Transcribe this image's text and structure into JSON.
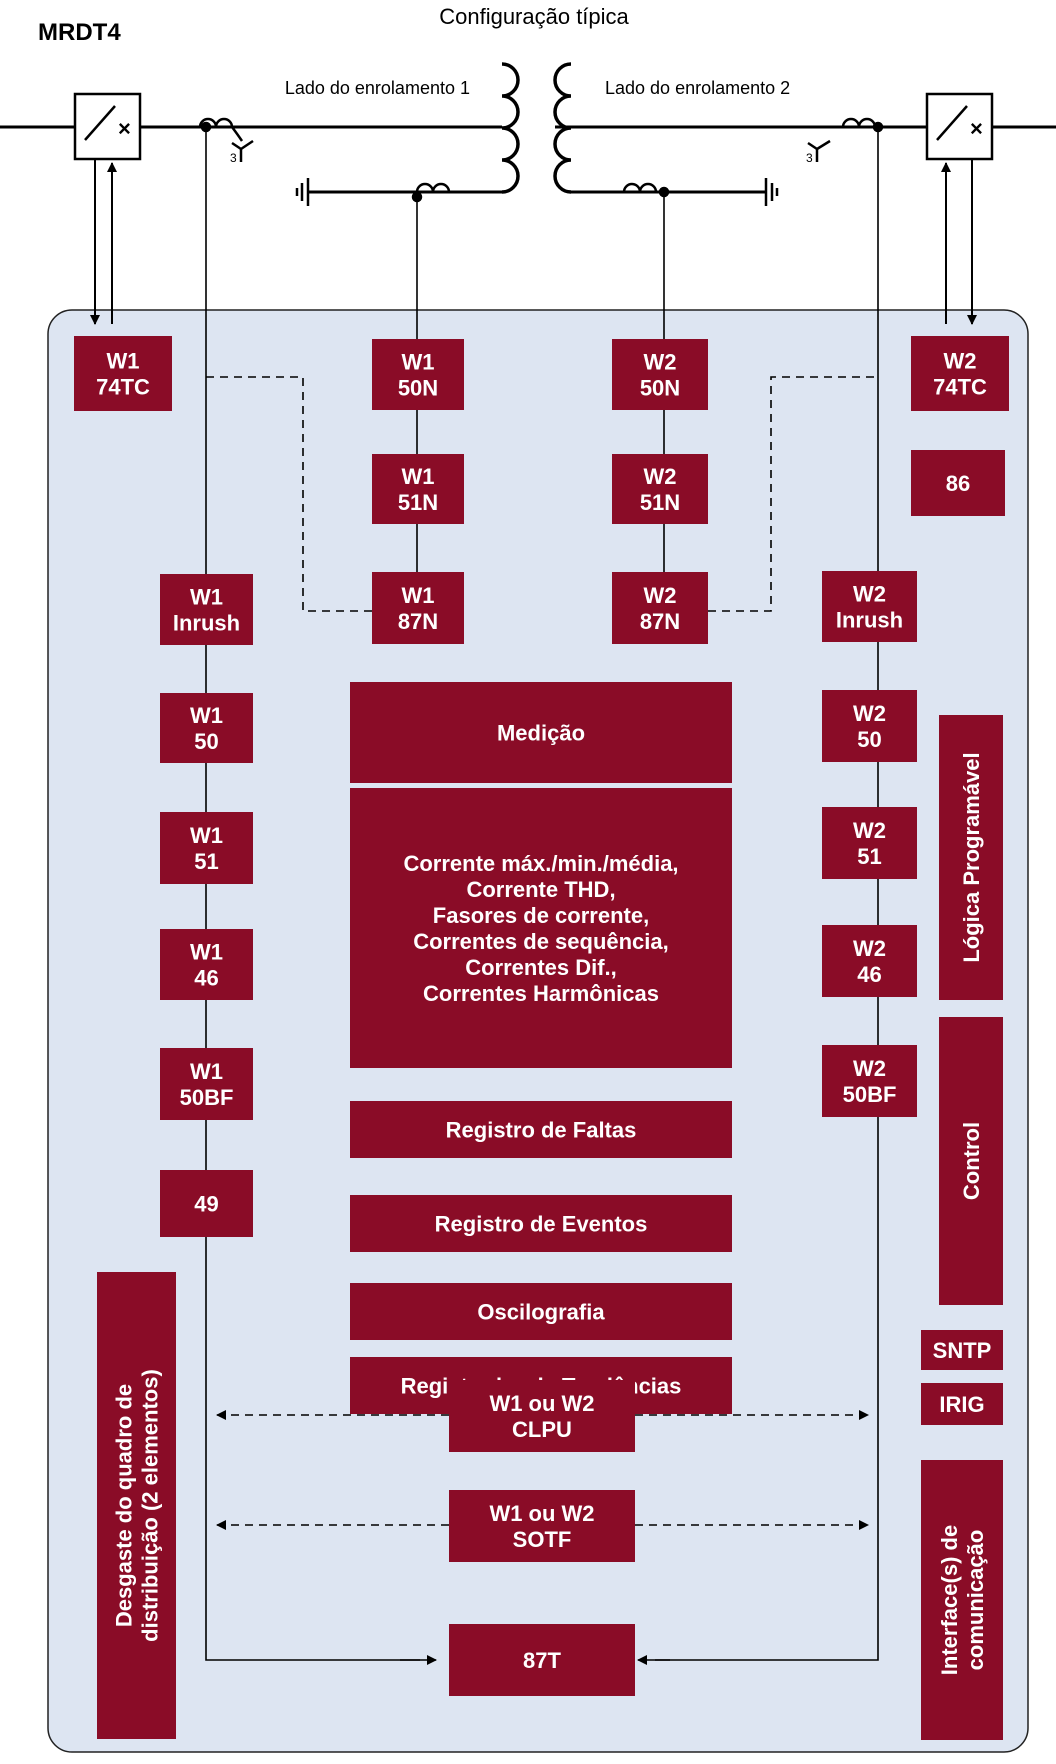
{
  "header": {
    "title": "MRDT4",
    "subtitle": "Configuração típica"
  },
  "transformer": {
    "winding1_label": "Lado do enrolamento  1",
    "winding2_label": "Lado do enrolamento  2",
    "phase_count_left": "3",
    "phase_count_right": "3"
  },
  "blocks": {
    "w1_74tc": [
      "W1",
      "74TC"
    ],
    "w1_50n": [
      "W1",
      "50N"
    ],
    "w2_50n": [
      "W2",
      "50N"
    ],
    "w2_74tc": [
      "W2",
      "74TC"
    ],
    "w1_51n": [
      "W1",
      "51N"
    ],
    "w2_51n": [
      "W2",
      "51N"
    ],
    "b86": [
      "86"
    ],
    "w1_87n": [
      "W1",
      "87N"
    ],
    "w2_87n": [
      "W2",
      "87N"
    ],
    "w1_inrush": [
      "W1",
      "Inrush"
    ],
    "w2_inrush": [
      "W2",
      "Inrush"
    ],
    "w1_50": [
      "W1",
      "50"
    ],
    "w2_50": [
      "W2",
      "50"
    ],
    "w1_51": [
      "W1",
      "51"
    ],
    "w2_51": [
      "W2",
      "51"
    ],
    "w1_46": [
      "W1",
      "46"
    ],
    "w2_46": [
      "W2",
      "46"
    ],
    "w1_50bf": [
      "W1",
      "50BF"
    ],
    "w2_50bf": [
      "W2",
      "50BF"
    ],
    "b49": [
      "49"
    ],
    "medicao": [
      "Medição"
    ],
    "measurements": [
      "Corrente máx./min./média,",
      "Corrente THD,",
      "Fasores de corrente,",
      "Correntes de sequência,",
      "Correntes Dif.,",
      "Correntes Harmônicas"
    ],
    "registro_faltas": [
      "Registro de Faltas"
    ],
    "registro_eventos": [
      "Registro de Eventos"
    ],
    "oscilografia": [
      "Oscilografia"
    ],
    "registrador_tendencias": [
      "Registrador de Tendências"
    ],
    "clpu": [
      "W1 ou W2",
      "CLPU"
    ],
    "sotf": [
      "W1 ou W2",
      "SOTF"
    ],
    "b87t": [
      "87T"
    ],
    "sntp": [
      "SNTP"
    ],
    "irig": [
      "IRIG"
    ]
  },
  "vertical_blocks": {
    "logica": [
      "Lógica Programável"
    ],
    "control": [
      "Control"
    ],
    "interface": [
      "Interface(s) de",
      "comunicação"
    ],
    "desgaste": [
      "Desgaste do quadro de",
      "distribuição (2 elementos)"
    ]
  },
  "colors": {
    "block_fill": "#8a0c27",
    "panel_fill": "#dde5f2",
    "panel_stroke": "#222222",
    "line": "#000000",
    "block_text": "#ffffff"
  }
}
